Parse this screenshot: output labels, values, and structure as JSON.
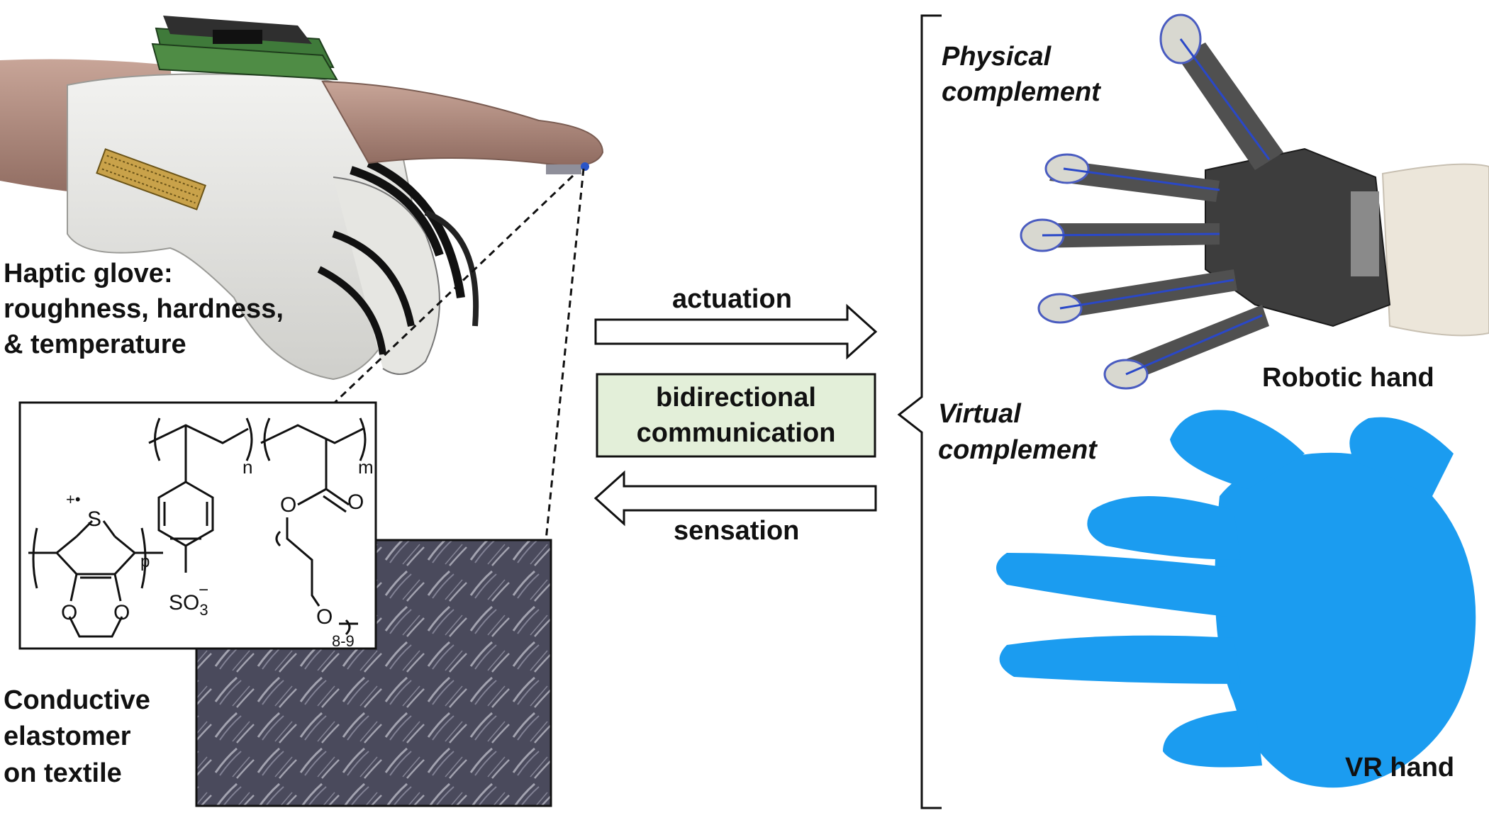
{
  "left": {
    "glove_label": [
      "Haptic glove:",
      "roughness, hardness,",
      "& temperature"
    ],
    "material_label": [
      "Conductive",
      "elastomer",
      "on textile"
    ]
  },
  "center": {
    "top_arrow_label": "actuation",
    "box_label": [
      "bidirectional",
      "communication"
    ],
    "bottom_arrow_label": "sensation",
    "box_fill": "#e3efd9"
  },
  "right": {
    "physical_label": [
      "Physical",
      "complement"
    ],
    "robotic_label": "Robotic hand",
    "virtual_label": [
      "Virtual",
      "complement"
    ],
    "vr_label": "VR hand",
    "vr_color": "#1b9cf0"
  },
  "chemistry": {
    "sub_n": "n",
    "sub_m": "m",
    "sub_p": "p",
    "S": "S",
    "charge": "+•",
    "O": "O",
    "SO3": "SO",
    "SO3_sub": "3",
    "minus": "−",
    "peg_sub": "8-9"
  }
}
